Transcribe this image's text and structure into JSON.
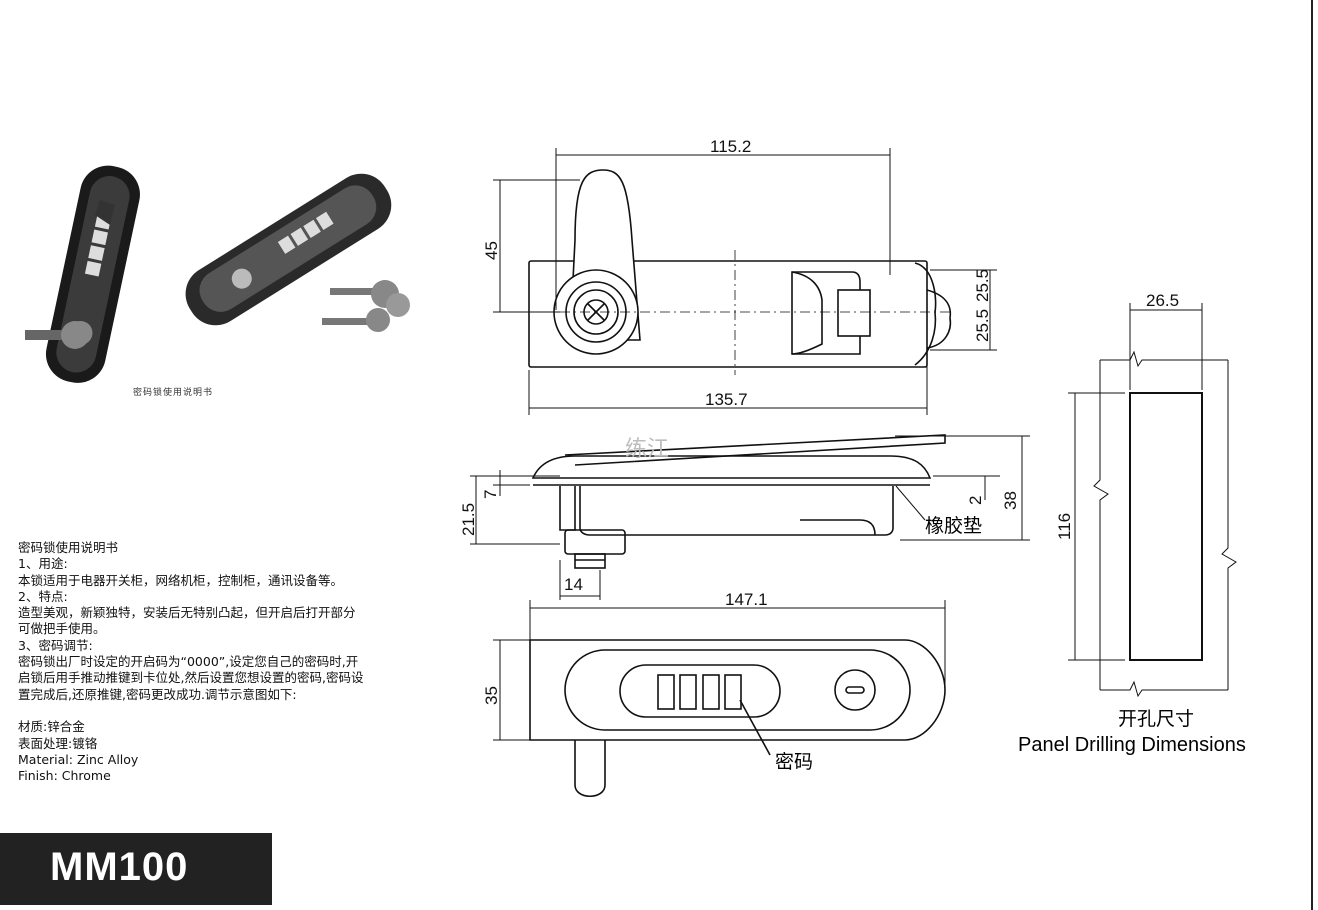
{
  "model": "MM100",
  "photo_caption": "密码锁使用说明书",
  "instructions": [
    "密码锁使用说明书",
    "1、用途:",
    "本锁适用于电器开关柜，网络机柜，控制柜，通讯设备等。",
    "2、特点:",
    "造型美观，新颖独特，安装后无特别凸起，但开启后打开部分",
    "可做把手使用。",
    "3、密码调节:",
    "密码锁出厂时设定的开启码为“0000”,设定您自己的密码时,开",
    "启锁后用手推动推键到卡位处,然后设置您想设置的密码,密码设",
    "置完成后,还原推键,密码更改成功.调节示意图如下:",
    "",
    "材质:锌合金",
    "表面处理:镀铬",
    "Material: Zinc Alloy",
    "Finish: Chrome"
  ],
  "dimensions": {
    "top_width": "115.2",
    "top_height": "45",
    "body_length": "135.7",
    "top_right": "25.5",
    "side_21_5": "21.5",
    "side_7": "7",
    "side_2": "2",
    "side_38": "38",
    "side_14": "14",
    "front_length": "147.1",
    "front_height": "35",
    "panel_width": "26.5",
    "panel_height": "116"
  },
  "labels": {
    "gasket": "橡胶垫",
    "watermark": "练江",
    "code": "密码",
    "panel_cn": "开孔尺寸",
    "panel_en": "Panel Drilling Dimensions"
  }
}
